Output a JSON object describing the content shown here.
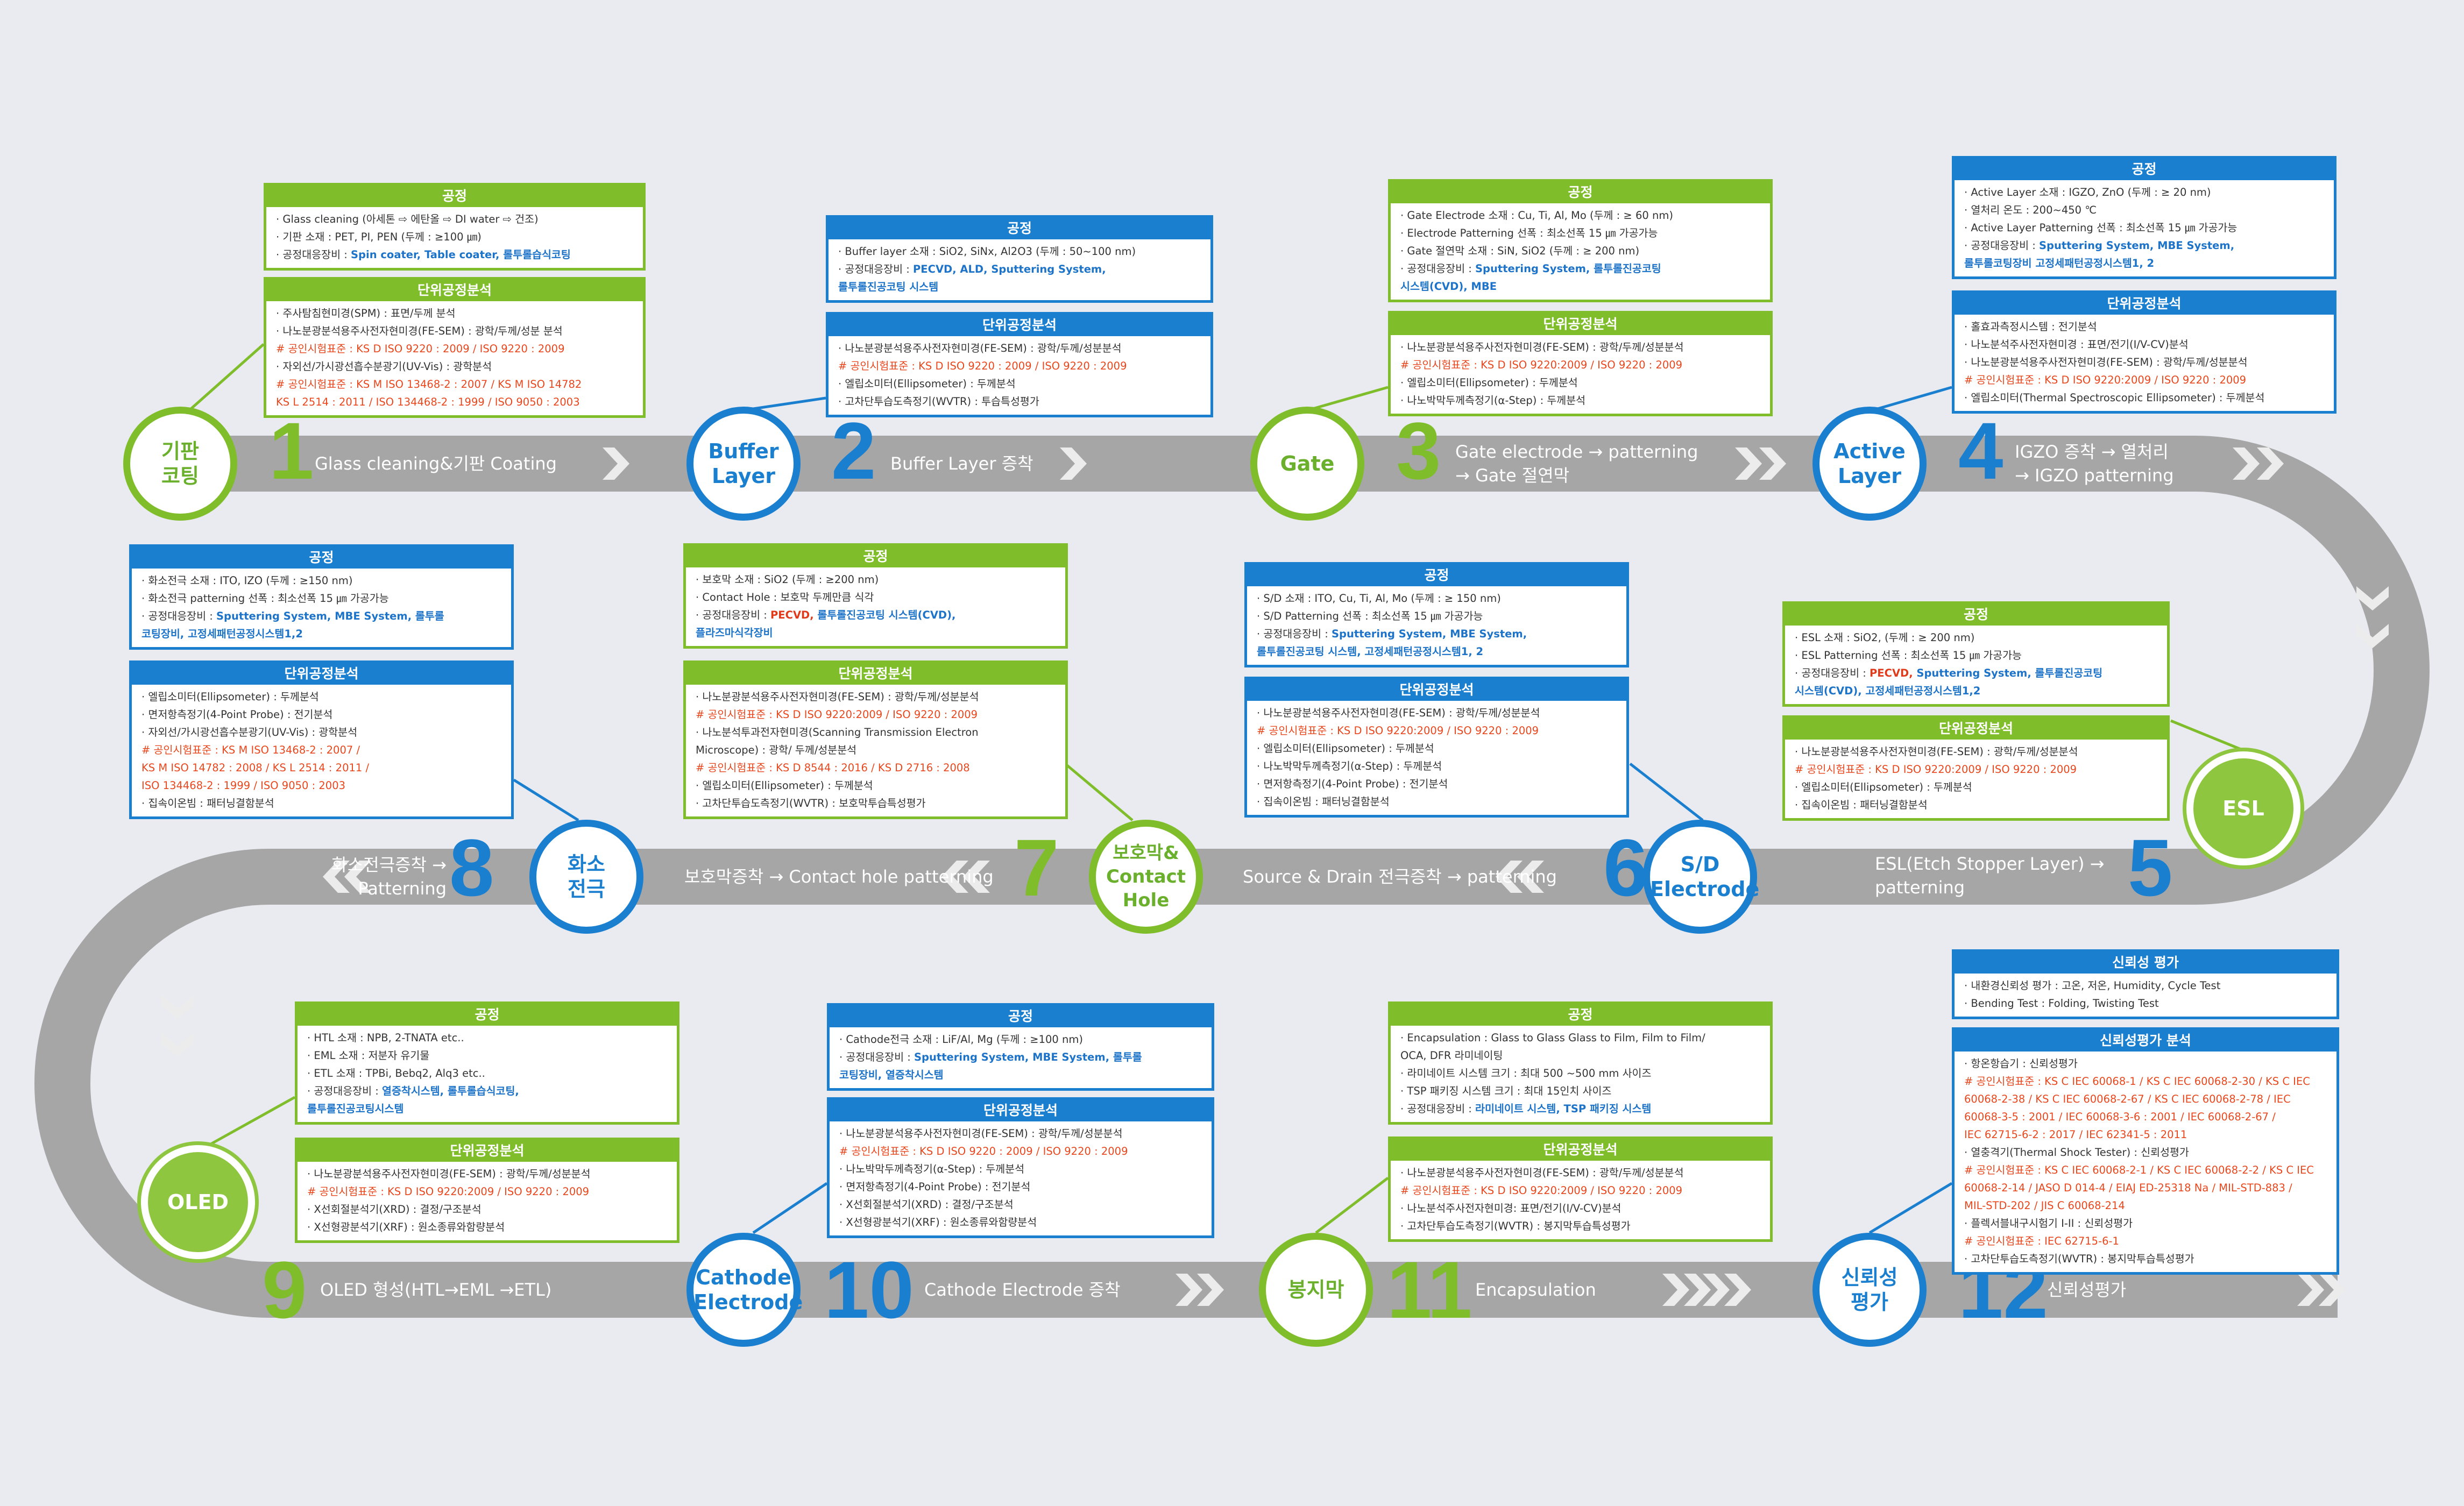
{
  "colors": {
    "green": "#7fbd2a",
    "blue": "#1b7fd0",
    "track": "#a6a6a6",
    "standard": "#e8471d",
    "equipment": "#1c73c8"
  },
  "steps": [
    {
      "num": "1",
      "title": "기판\n코팅",
      "label": "Glass cleaning&기판 Coating",
      "process": {
        "header": "공정",
        "items": [
          {
            "text": "Glass cleaning (아세톤 ⇨ 에탄올 ⇨ DI water ⇨ 건조)"
          },
          {
            "text": "기판 소재 : PET, PI, PEN (두께 : ≥100 ㎛)"
          },
          {
            "text": "공정대응장비 : ",
            "eq": "Spin coater, Table coater, 롤투롤습식코팅"
          }
        ]
      },
      "analysis": {
        "header": "단위공정분석",
        "items": [
          {
            "text": "주사탐침현미경(SPM) : 표면/두께 분석"
          },
          {
            "text": "나노분광분석용주사전자현미경(FE-SEM) : 광학/두께/성분 분석"
          },
          {
            "std": "# 공인시험표준 : KS D ISO 9220 : 2009 / ISO 9220 : 2009"
          },
          {
            "text": "자외선/가시광선흡수분광기(UV-Vis) : 광학분석"
          },
          {
            "std": "# 공인시험표준 : KS M ISO 13468-2 : 2007 / KS M ISO 14782"
          },
          {
            "std": "   KS L 2514 : 2011 / ISO 134468-2 : 1999 / ISO 9050 : 2003"
          }
        ]
      }
    },
    {
      "num": "2",
      "title": "Buffer\nLayer",
      "label": "Buffer Layer 증착",
      "process": {
        "header": "공정",
        "items": [
          {
            "text": "Buffer layer 소재 : SiO2, SiNx, Al2O3 (두께 : 50~100 nm)"
          },
          {
            "text": "공정대응장비 : ",
            "eq": "PECVD, ALD, ",
            "eq2": "Sputtering System,"
          },
          {
            "eqonly": "롤투롤진공코팅 시스템"
          }
        ]
      },
      "analysis": {
        "header": "단위공정분석",
        "items": [
          {
            "text": "나노분광분석용주사전자현미경(FE-SEM) : 광학/두께/성분분석"
          },
          {
            "std": "# 공인시험표준 : KS D ISO 9220 : 2009 / ISO 9220 : 2009"
          },
          {
            "text": "엘립소미터(Ellipsometer) : 두께분석"
          },
          {
            "text": "고차단투습도측정기(WVTR) : 투습특성평가"
          }
        ]
      }
    },
    {
      "num": "3",
      "title": "Gate",
      "label": "Gate electrode → patterning\n→ Gate 절연막",
      "process": {
        "header": "공정",
        "items": [
          {
            "text": "Gate Electrode 소재 : Cu, Ti, Al, Mo (두께 : ≥ 60 nm)"
          },
          {
            "text": "Electrode Patterning 선폭 : 최소선폭 15 ㎛ 가공가능"
          },
          {
            "text": "Gate 절연막 소재 : SiN, SiO2 (두께 : ≥ 200 nm)"
          },
          {
            "text": "공정대응장비 : ",
            "eq": "Sputtering System, 롤투롤진공코팅"
          },
          {
            "eqonly": "시스템(CVD), MBE"
          }
        ]
      },
      "analysis": {
        "header": "단위공정분석",
        "items": [
          {
            "text": "나노분광분석용주사전자현미경(FE-SEM) : 광학/두께/성분분석"
          },
          {
            "std": "# 공인시험표준 : KS D ISO 9220:2009 / ISO 9220 : 2009"
          },
          {
            "text": "엘립소미터(Ellipsometer) : 두께분석"
          },
          {
            "text": "나노박막두께측정기(α-Step) : 두께분석"
          }
        ]
      }
    },
    {
      "num": "4",
      "title": "Active\nLayer",
      "label": "IGZO 증착 → 열처리\n→ IGZO patterning",
      "process": {
        "header": "공정",
        "items": [
          {
            "text": "Active Layer 소재 : IGZO, ZnO (두께 : ≥ 20 nm)"
          },
          {
            "text": "열처리 온도 : 200~450 ℃"
          },
          {
            "text": "Active Layer Patterning 선폭 : 최소선폭 15 ㎛ 가공가능"
          },
          {
            "text": "공정대응장비 : ",
            "eq": "Sputtering System, MBE System,"
          },
          {
            "eqonly": "롤투롤코팅장비 고정세패턴공정시스템1, 2"
          }
        ]
      },
      "analysis": {
        "header": "단위공정분석",
        "items": [
          {
            "text": "홀효과측정시스템 : 전기분석"
          },
          {
            "text": "나노분석주사전자현미경 : 표면/전기(I/V-CV)분석"
          },
          {
            "text": "나노분광분석용주사전자현미경(FE-SEM) : 광학/두께/성분분석"
          },
          {
            "std": "# 공인시험표준 : KS D ISO 9220:2009 / ISO 9220 : 2009"
          },
          {
            "text": "엘립소미터(Thermal Spectroscopic Ellipsometer) : 두께분석"
          }
        ]
      }
    },
    {
      "num": "5",
      "title": "ESL",
      "label": "ESL(Etch Stopper Layer) →\npatterning",
      "process": {
        "header": "공정",
        "items": [
          {
            "text": "ESL 소재 : SiO2, (두께 : ≥ 200 nm)"
          },
          {
            "text": "ESL Patterning 선폭 : 최소선폭 15 ㎛ 가공가능"
          },
          {
            "text": "공정대응장비 : ",
            "eq": "PECVD, ",
            "eqred": true,
            "eq2": "Sputtering System, 롤투롤진공코팅"
          },
          {
            "eqonly": "시스템(CVD), 고정세패턴공정시스템1,2"
          }
        ]
      },
      "analysis": {
        "header": "단위공정분석",
        "items": [
          {
            "text": "나노분광분석용주사전자현미경(FE-SEM) : 광학/두께/성분분석"
          },
          {
            "std": "# 공인시험표준 : KS D ISO 9220:2009 / ISO 9220 : 2009"
          },
          {
            "text": "엘립소미터(Ellipsometer) : 두께분석"
          },
          {
            "text": "집속이온빔 : 패터닝결함분석"
          }
        ]
      }
    },
    {
      "num": "6",
      "title": "S/D\nElectrode",
      "label": "Source & Drain 전극증착 → patterning",
      "process": {
        "header": "공정",
        "items": [
          {
            "text": "S/D 소재 : ITO, Cu, Ti, Al, Mo (두께 : ≥ 150 nm)"
          },
          {
            "text": "S/D Patterning 선폭 : 최소선폭 15 ㎛ 가공가능"
          },
          {
            "text": "공정대응장비 : ",
            "eq": "Sputtering System, MBE System,"
          },
          {
            "eqonly": "롤투롤진공코팅 시스템, 고정세패턴공정시스템1, 2"
          }
        ]
      },
      "analysis": {
        "header": "단위공정분석",
        "items": [
          {
            "text": "나노분광분석용주사전자현미경(FE-SEM) : 광학/두께/성분분석"
          },
          {
            "std": "# 공인시험표준 : KS D ISO 9220:2009 / ISO 9220 : 2009"
          },
          {
            "text": "엘립소미터(Ellipsometer) : 두께분석"
          },
          {
            "text": "나노박막두께측정기(α-Step) : 두께분석"
          },
          {
            "text": "면저항측정기(4-Point Probe) : 전기분석"
          },
          {
            "text": "집속이온빔 : 패터닝결함분석"
          }
        ]
      }
    },
    {
      "num": "7",
      "title": "보호막&\nContact\nHole",
      "label": "보호막증착 → Contact hole patterning",
      "process": {
        "header": "공정",
        "items": [
          {
            "text": "보호막 소재 : SiO2 (두께 : ≥200 nm)"
          },
          {
            "text": "Contact Hole : 보호막 두께만큼 식각"
          },
          {
            "text": "공정대응장비 : ",
            "eq": "PECVD, ",
            "eqred": true,
            "eq2": "롤투롤진공코팅 시스템(CVD),"
          },
          {
            "eqonly": "플라즈마식각장비"
          }
        ]
      },
      "analysis": {
        "header": "단위공정분석",
        "items": [
          {
            "text": "나노분광분석용주사전자현미경(FE-SEM) : 광학/두께/성분분석"
          },
          {
            "std": "# 공인시험표준 : KS D ISO 9220:2009 / ISO 9220 : 2009"
          },
          {
            "text": "나노분석투과전자현미경(Scanning Transmission Electron"
          },
          {
            "plain": "    Microscope) : 광학/ 두께/성분분석"
          },
          {
            "std": "# 공인시험표준 : KS D 8544 : 2016 / KS D 2716 : 2008"
          },
          {
            "text": "엘립소미터(Ellipsometer) : 두께분석"
          },
          {
            "text": "고차단투습도측정기(WVTR) : 보호막투습특성평가"
          }
        ]
      }
    },
    {
      "num": "8",
      "title": "화소\n전극",
      "label": "화소전극증착 →\nPatterning",
      "process": {
        "header": "공정",
        "items": [
          {
            "text": "화소전극 소재 : ITO, IZO (두께 : ≥150 nm)"
          },
          {
            "text": "화소전극 patterning 선폭 : 최소선폭 15 ㎛ 가공가능"
          },
          {
            "text": "공정대응장비 : ",
            "eq": "Sputtering System, MBE System, 롤투롤"
          },
          {
            "eqonly": "코팅장비, 고정세패턴공정시스템1,2"
          }
        ]
      },
      "analysis": {
        "header": "단위공정분석",
        "items": [
          {
            "text": "엘립소미터(Ellipsometer) : 두께분석"
          },
          {
            "text": "면저항측정기(4-Point Probe) : 전기분석"
          },
          {
            "text": "자외선/가시광선흡수분광기(UV-Vis) : 광학분석"
          },
          {
            "std": "# 공인시험표준 : KS M ISO 13468-2 : 2007 /"
          },
          {
            "std": "   KS M ISO 14782 : 2008 / KS L 2514 : 2011 /"
          },
          {
            "std": "   ISO 134468-2 : 1999 / ISO 9050 : 2003"
          },
          {
            "text": "집속이온빔 : 패터닝결함분석"
          }
        ]
      }
    },
    {
      "num": "9",
      "title": "OLED",
      "label": "OLED 형성(HTL→EML →ETL)",
      "process": {
        "header": "공정",
        "items": [
          {
            "text": "HTL 소재 : NPB, 2-TNATA etc.."
          },
          {
            "text": "EML 소재 : 저분자 유기물"
          },
          {
            "text": "ETL 소재 : TPBi, Bebq2, Alq3 etc.."
          },
          {
            "text": "공정대응장비 : ",
            "eq": "열증착시스템, 롤투롤습식코팅,"
          },
          {
            "eqonly": "롤투롤진공코팅시스템"
          }
        ]
      },
      "analysis": {
        "header": "단위공정분석",
        "items": [
          {
            "text": "나노분광분석용주사전자현미경(FE-SEM) : 광학/두께/성분분석"
          },
          {
            "std": "# 공인시험표준 : KS D ISO 9220:2009 / ISO 9220 : 2009"
          },
          {
            "text": "X선회절분석기(XRD) : 결정/구조분석"
          },
          {
            "text": "X선형광분석기(XRF) : 원소종류와함량분석"
          }
        ]
      }
    },
    {
      "num": "10",
      "title": "Cathode\nElectrode",
      "label": "Cathode Electrode 증착",
      "process": {
        "header": "공정",
        "items": [
          {
            "text": "Cathode전극 소재 : LiF/Al, Mg (두께 : ≥100 nm)"
          },
          {
            "text": "공정대응장비 : ",
            "eq": "Sputtering System, MBE System, 롤투롤"
          },
          {
            "eqonly": "코팅장비, 열증착시스템"
          }
        ]
      },
      "analysis": {
        "header": "단위공정분석",
        "items": [
          {
            "text": "나노분광분석용주사전자현미경(FE-SEM) : 광학/두께/성분분석"
          },
          {
            "std": "# 공인시험표준 : KS D ISO 9220 : 2009 / ISO 9220 : 2009"
          },
          {
            "text": "나노박막두께측정기(α-Step) : 두께분석"
          },
          {
            "text": "면저항측정기(4-Point Probe) : 전기분석"
          },
          {
            "text": "X선회절분석기(XRD) : 결정/구조분석"
          },
          {
            "text": "X선형광분석기(XRF) : 원소종류와함량분석"
          }
        ]
      }
    },
    {
      "num": "11",
      "title": "봉지막",
      "label": "Encapsulation",
      "process": {
        "header": "공정",
        "items": [
          {
            "text": "Encapsulation : Glass to Glass Glass to Film, Film to Film/"
          },
          {
            "plain": "  OCA, DFR 라미네이팅"
          },
          {
            "text": "라미네이트 시스템 크기 : 최대 500 ~500 mm 사이즈"
          },
          {
            "text": "TSP 패키징 시스템 크기 : 최대 15인치 사이즈"
          },
          {
            "text": "공정대응장비 : ",
            "eq": "라미네이트 시스템, TSP 패키징 시스템"
          }
        ]
      },
      "analysis": {
        "header": "단위공정분석",
        "items": [
          {
            "text": "나노분광분석용주사전자현미경(FE-SEM) : 광학/두께/성분분석"
          },
          {
            "std": "# 공인시험표준 : KS D ISO 9220:2009 / ISO 9220 : 2009"
          },
          {
            "text": "나노분석주사전자현미경: 표면/전기(I/V-CV)분석"
          },
          {
            "text": "고차단투습도측정기(WVTR) : 봉지막투습특성평가"
          }
        ]
      }
    },
    {
      "num": "12",
      "title": "신뢰성\n평가",
      "label": "신뢰성평가",
      "process": {
        "header": "신뢰성 평가",
        "items": [
          {
            "text": "내환경신뢰성 평가 : 고온, 저온, Humidity, Cycle Test"
          },
          {
            "text": "Bending Test : Folding, Twisting Test"
          }
        ]
      },
      "analysis": {
        "header": "신뢰성평가 분석",
        "items": [
          {
            "text": "항온항습기 : 신뢰성평가"
          },
          {
            "std": "# 공인시험표준 : KS C IEC 60068-1 / KS C IEC 60068-2-30 / KS C IEC"
          },
          {
            "std": "   60068-2-38 / KS C IEC 60068-2-67 / KS C IEC 60068-2-78 / IEC"
          },
          {
            "std": "   60068-3-5 : 2001 / IEC 60068-3-6 : 2001 / IEC 60068-2-67 /"
          },
          {
            "std": "   IEC 62715-6-2 : 2017 / IEC 62341-5 : 2011"
          },
          {
            "text": "열충격기(Thermal Shock Tester) : 신뢰성평가"
          },
          {
            "std": "# 공인시험표준 : KS C IEC 60068-2-1 / KS C IEC 60068-2-2 / KS C IEC"
          },
          {
            "std": "   60068-2-14 / JASO D 014-4 / EIAJ ED-25318 Na / MIL-STD-883 /"
          },
          {
            "std": "   MIL-STD-202 / JIS C 60068-214"
          },
          {
            "text": "플렉서블내구시험기 I-II : 신뢰성평가"
          },
          {
            "std": "# 공인시험표준 : IEC 62715-6-1"
          },
          {
            "text": "고차단투습도측정기(WVTR) : 봉지막투습특성평가"
          }
        ]
      }
    }
  ]
}
